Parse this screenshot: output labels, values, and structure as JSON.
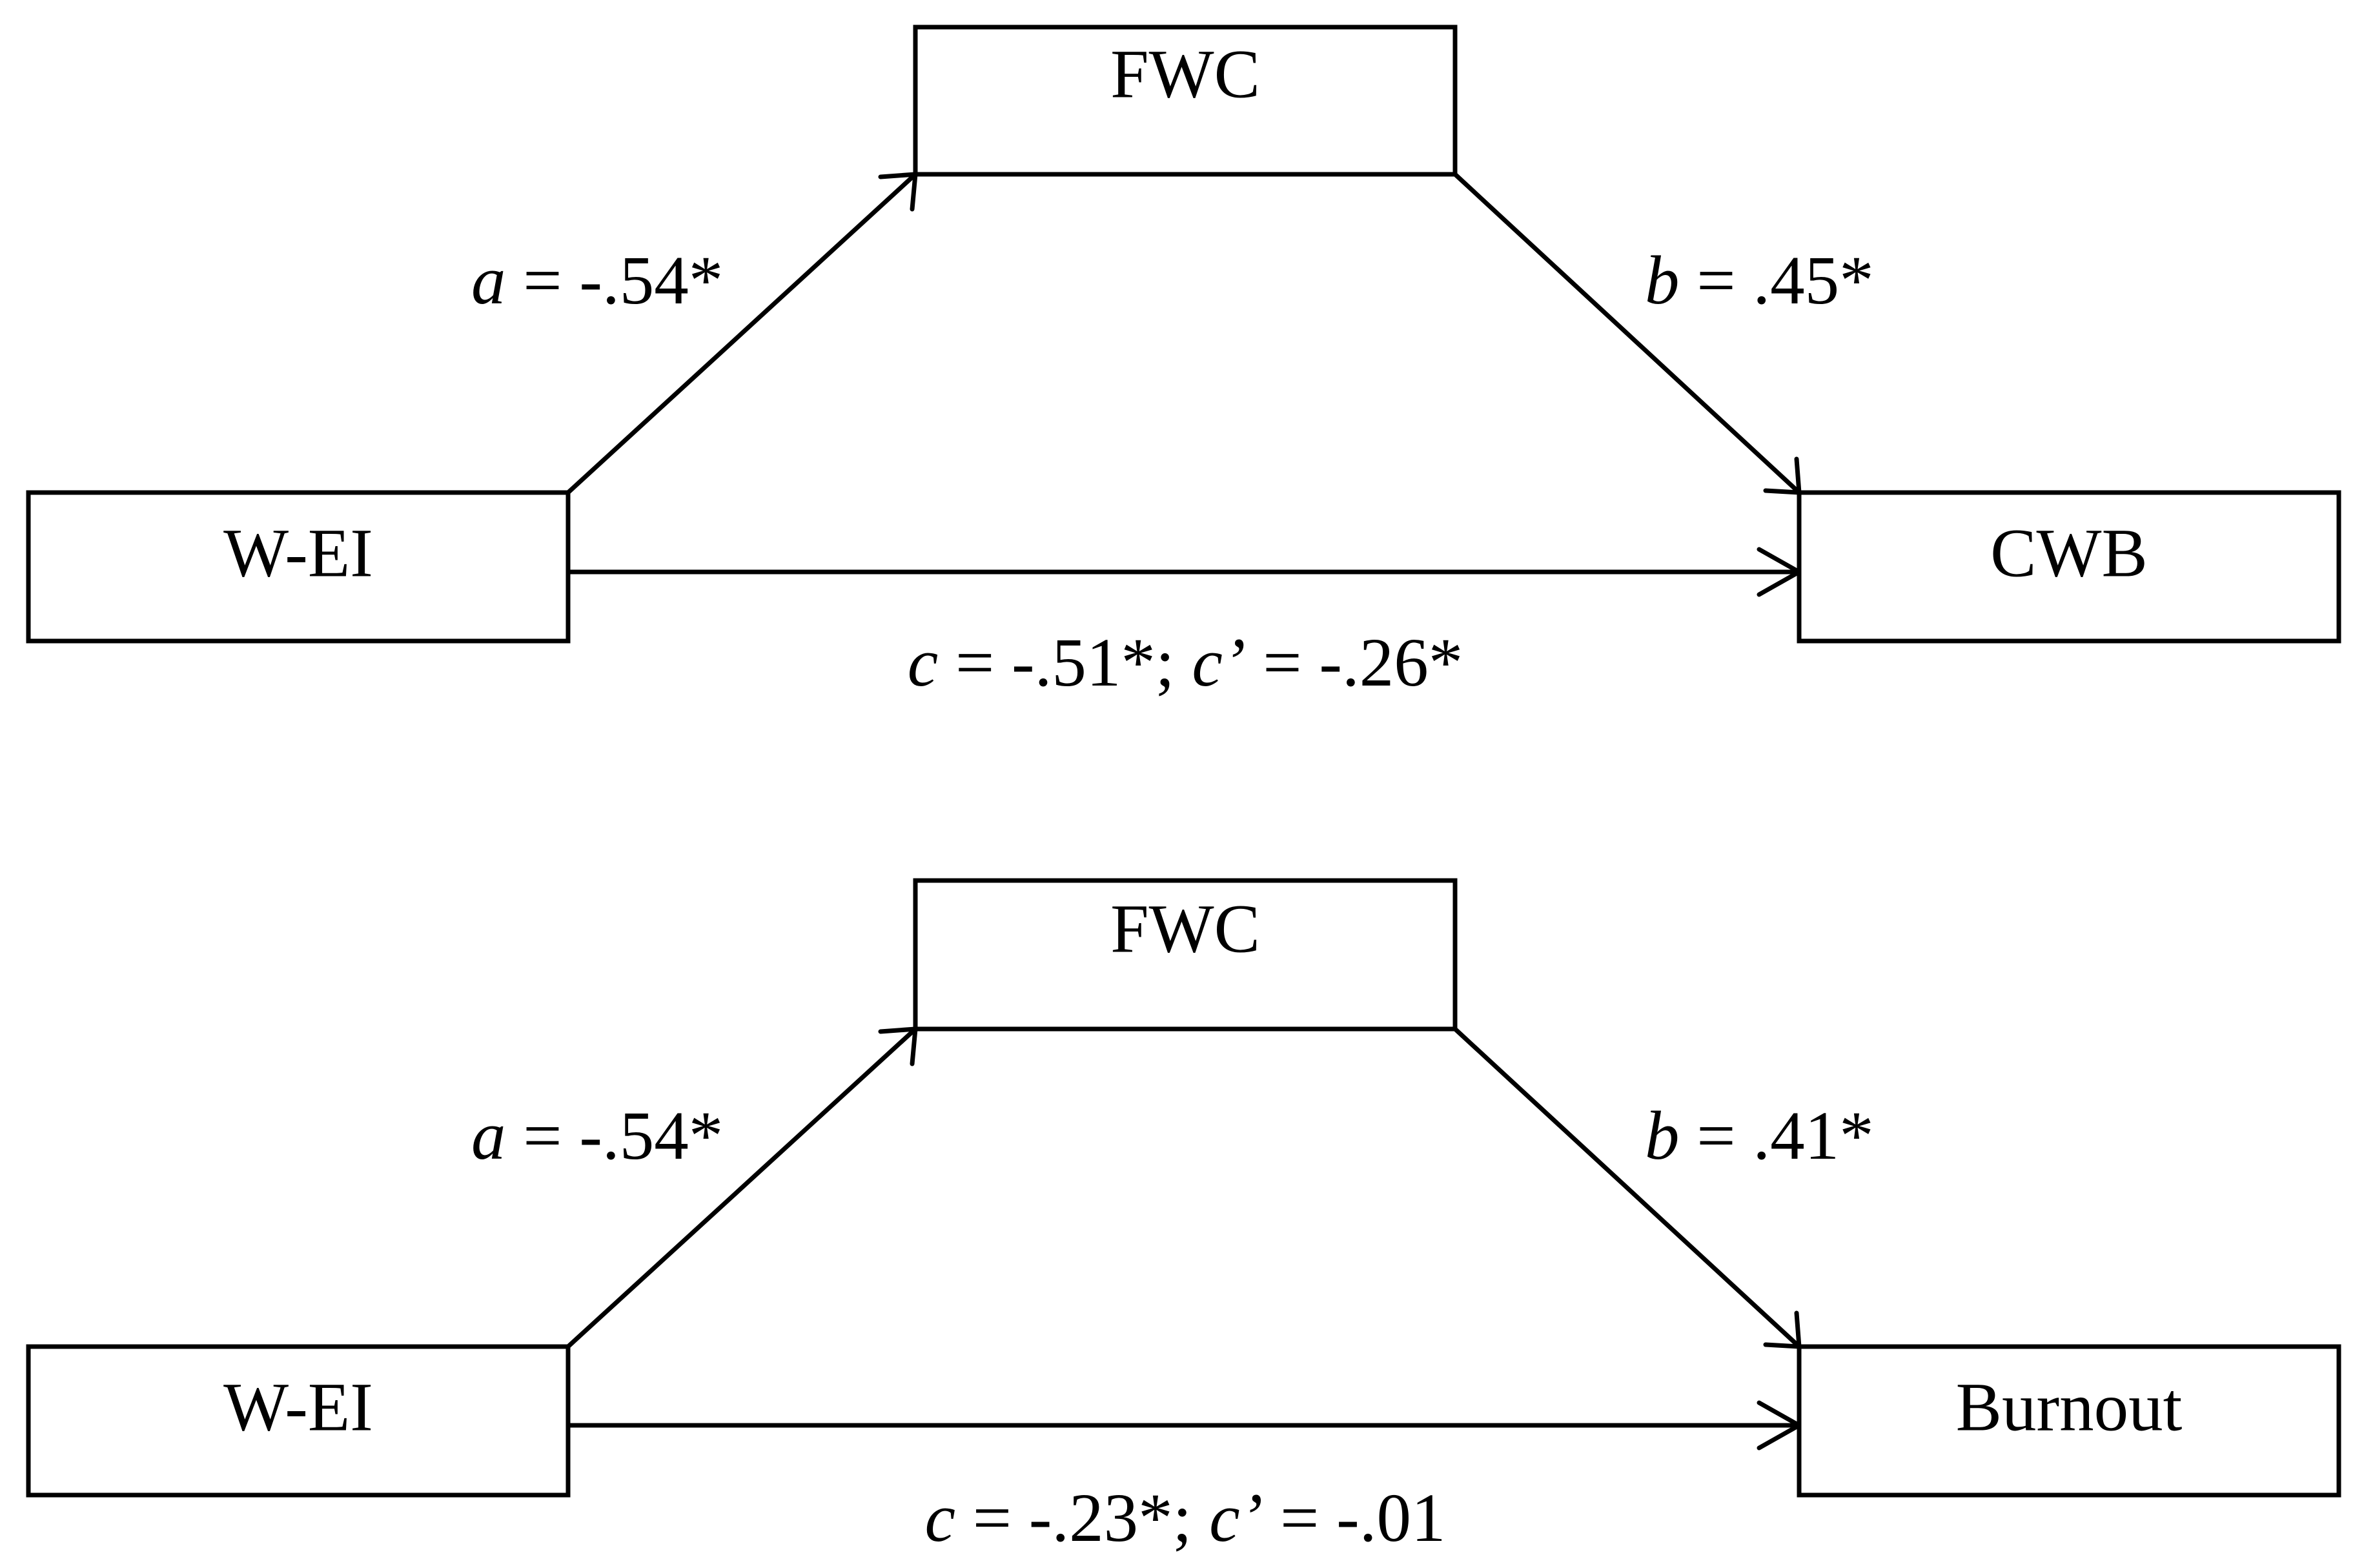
{
  "panels": [
    {
      "predictor": "W-EI",
      "mediator": "FWC",
      "outcome": "CWB",
      "path_a": {
        "symbol": "a",
        "value": " = -.54*"
      },
      "path_b": {
        "symbol": "b",
        "value": " = .45*"
      },
      "path_c": {
        "c_symbol": "c",
        "c_value": " = -.51*; ",
        "cp_symbol": "c’",
        "cp_value": " = -.26*"
      }
    },
    {
      "predictor": "W-EI",
      "mediator": "FWC",
      "outcome": "Burnout",
      "path_a": {
        "symbol": "a",
        "value": " = -.54*"
      },
      "path_b": {
        "symbol": "b",
        "value": " = .41*"
      },
      "path_c": {
        "c_symbol": "c",
        "c_value": " = -.23*; ",
        "cp_symbol": "c’",
        "cp_value": " = -.01"
      }
    }
  ]
}
